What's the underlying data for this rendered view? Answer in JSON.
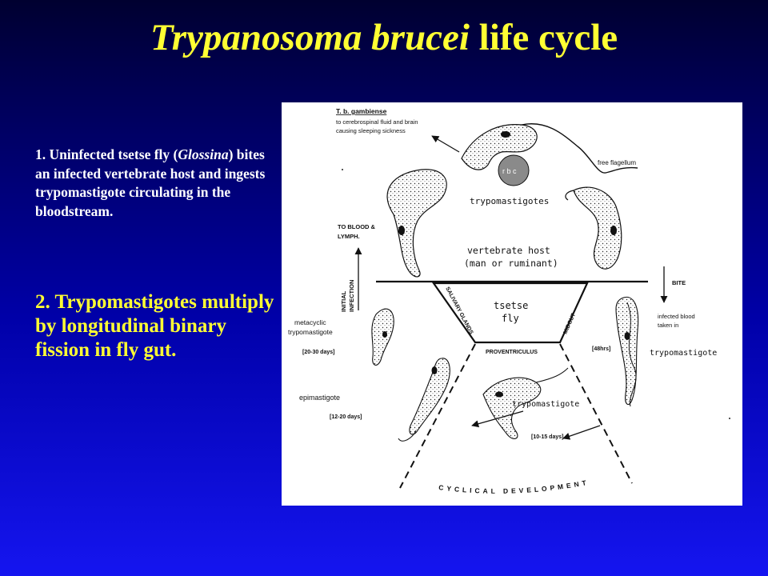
{
  "title": {
    "italic_part": "Trypanosoma brucei",
    "rest": " life cycle"
  },
  "left_text": {
    "point1_prefix": "1.  Uninfected tsetse fly (",
    "point1_italic": "Glossina",
    "point1_suffix": ") bites an infected vertebrate host and ingests trypomastigote circulating in the bloodstream.",
    "point2": "2.  Trypomastigotes multiply by longitudinal binary fission in fly gut."
  },
  "diagram": {
    "tbg_title": "T. b. gambiense",
    "tbg_line1": "to cerebrospinal fluid and brain",
    "tbg_line2": "causing sleeping sickness",
    "free_flagellum": "free flagellum",
    "rbc": "r b c",
    "trypomastigotes": "trypomastigotes",
    "vertebrate_host": "vertebrate host",
    "man_or_ruminant": "(man or ruminant)",
    "to_blood_1": "TO BLOOD &",
    "to_blood_2": "LYMPH.",
    "initial_infection_1": "INITIAL",
    "initial_infection_2": "INFECTION",
    "bite": "BITE",
    "infected_blood_1": "infected blood",
    "infected_blood_2": "taken in",
    "tsetse": "tsetse",
    "fly": "fly",
    "salivary_glands": "SALIVARY GLANDS",
    "midgut": "MIDGUT",
    "proventriculus": "PROVENTRICULUS",
    "metacyclic_1": "metacyclic",
    "metacyclic_2": "trypomastigote",
    "days_20_30": "[20-30 days]",
    "hrs_48": "[48hrs]",
    "trypomastigote_right": "trypomastigote",
    "epimastigote": "epimastigote",
    "days_12_20": "[12-20 days]",
    "trypomastigote_center": "trypomastigote",
    "days_10_15": "[10-15 days]",
    "cyclical_development": "CYCLICAL DEVELOPMENT"
  },
  "colors": {
    "title": "#ffff33",
    "point1": "#ffffff",
    "point2": "#ffff33",
    "panel": "#ffffff"
  }
}
